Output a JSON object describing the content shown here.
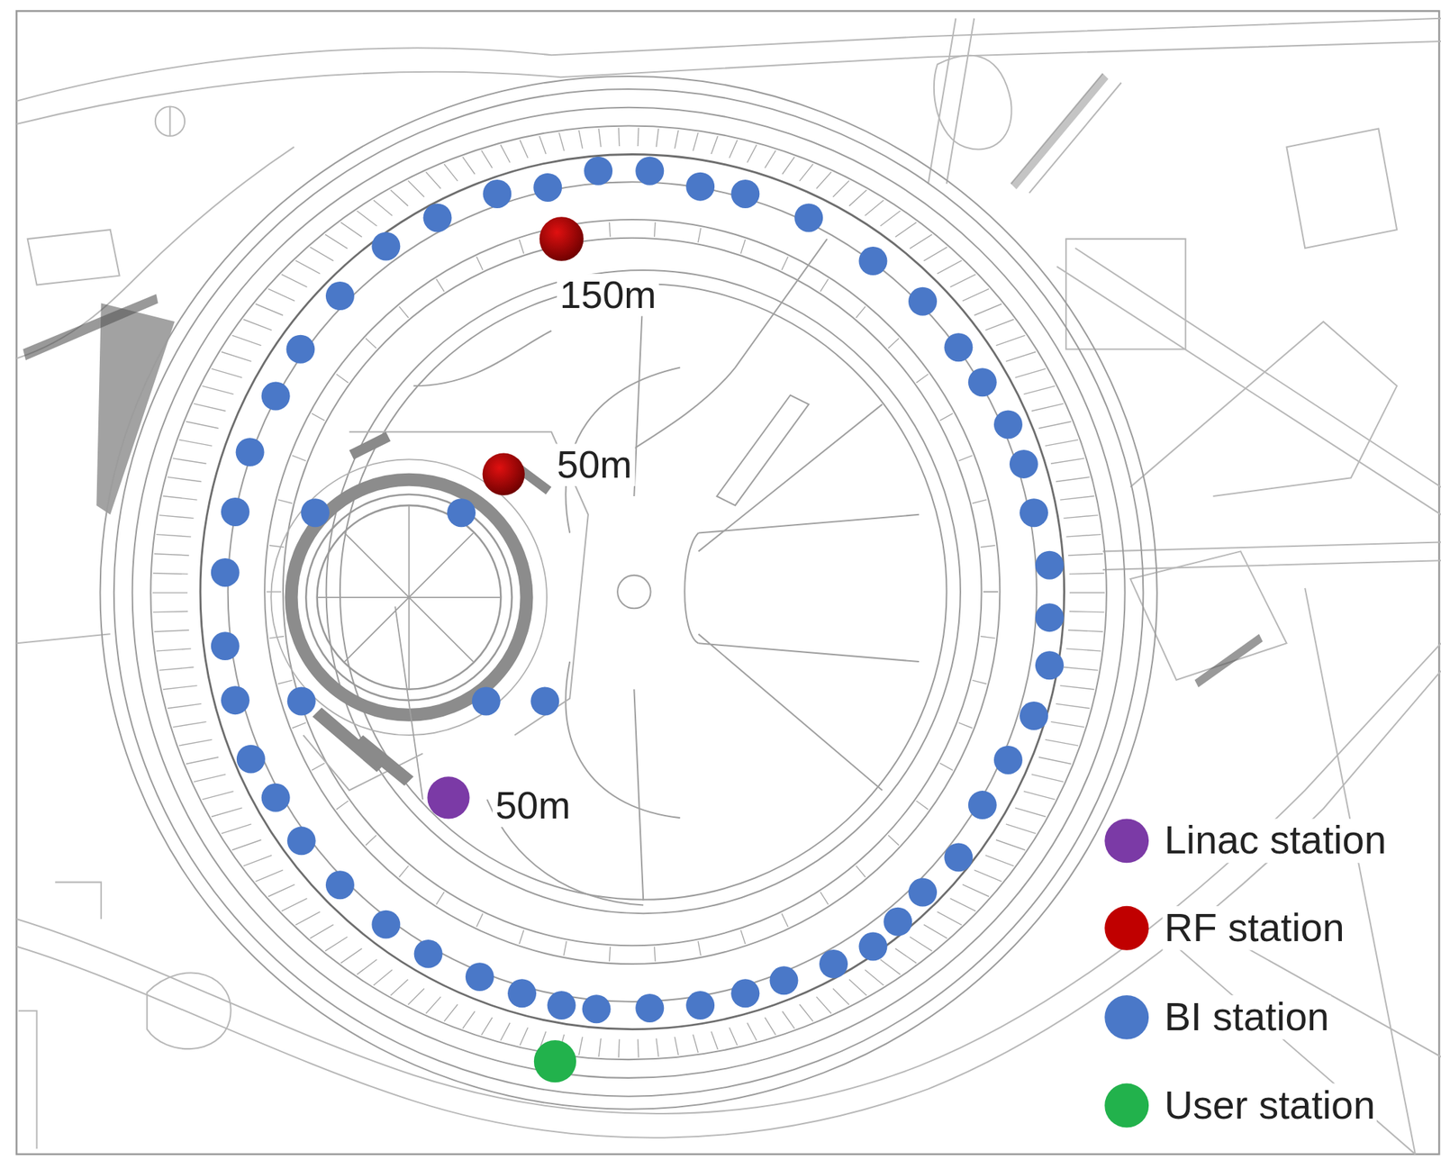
{
  "diagram": {
    "labels": [
      "150m",
      "50m",
      "50m"
    ],
    "legend": [
      {
        "text": "Linac station",
        "color": "#7b3aa6"
      },
      {
        "text": "RF station",
        "color": "#c00000"
      },
      {
        "text": "BI station",
        "color": "#4a78c8"
      },
      {
        "text": "User station",
        "color": "#22b24c"
      }
    ]
  }
}
